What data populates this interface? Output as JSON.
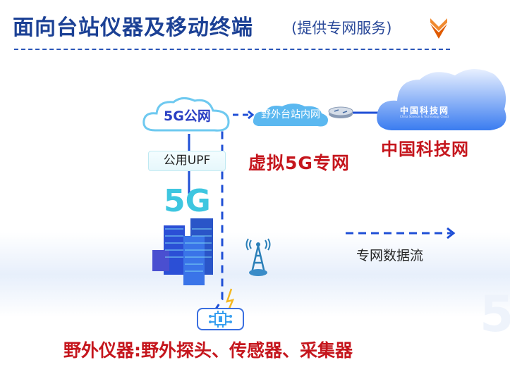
{
  "header": {
    "title": "面向台站仪器及移动终端",
    "subtitle": "(提供专网服务)"
  },
  "diagram": {
    "public_5g_cloud": "5G公网",
    "station_intranet_cloud": "野外台站内网",
    "cstnet_cloud_logo": "中国科技网",
    "cstnet_cloud_logo_sub": "China Science & Technology Cloud",
    "cstnet_label": "中国科技网",
    "virtual_network_label": "虚拟5G专网",
    "upf_label": "公用UPF",
    "buildings_logo": "5G",
    "legend_label": "专网数据流",
    "field_instruments_label": "野外仪器:野外探头、传感器、采集器",
    "background_mark": "5"
  },
  "colors": {
    "title": "#1c4195",
    "accent_red": "#c5161d",
    "flow_blue": "#1f4fd6",
    "chevron": "#e8640a"
  }
}
